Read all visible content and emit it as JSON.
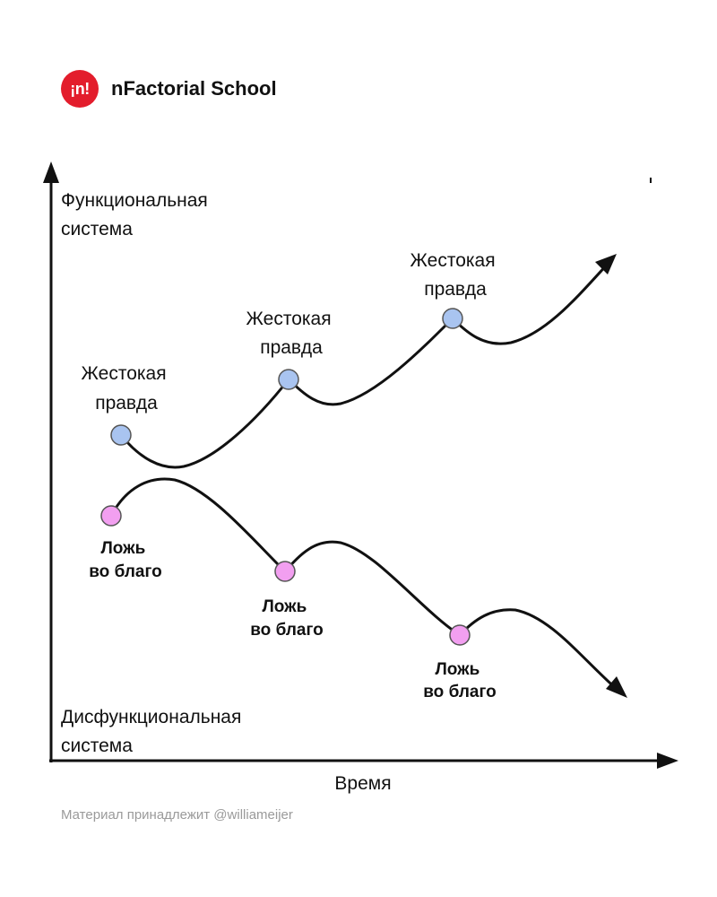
{
  "brand": {
    "logo_text": "¡n!",
    "name": "nFactorial School"
  },
  "diagram": {
    "y_axis_top_label": [
      "Функциональная",
      "система"
    ],
    "y_axis_bottom_label": [
      "Дисфункциональная",
      "система"
    ],
    "x_axis_label": "Время",
    "truth_label": [
      "Жестокая",
      "правда"
    ],
    "lie_label": [
      "Ложь",
      "во благо"
    ],
    "truth_color": "#a9c4f0",
    "lie_color": "#f29ff0"
  },
  "footer": {
    "credit": "Материал принадлежит @williameijer"
  }
}
